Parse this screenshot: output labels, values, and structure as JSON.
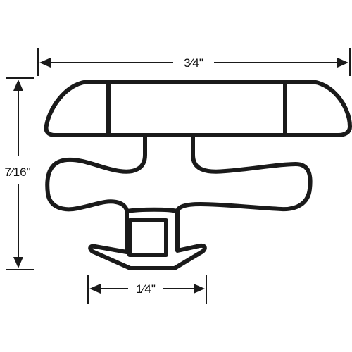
{
  "diagram": {
    "dimensions": {
      "width_label": "3⁄4\"",
      "height_label": "7⁄16\"",
      "base_label": "1⁄4\""
    },
    "colors": {
      "stroke": "#1a1a1a",
      "background": "#ffffff"
    }
  }
}
